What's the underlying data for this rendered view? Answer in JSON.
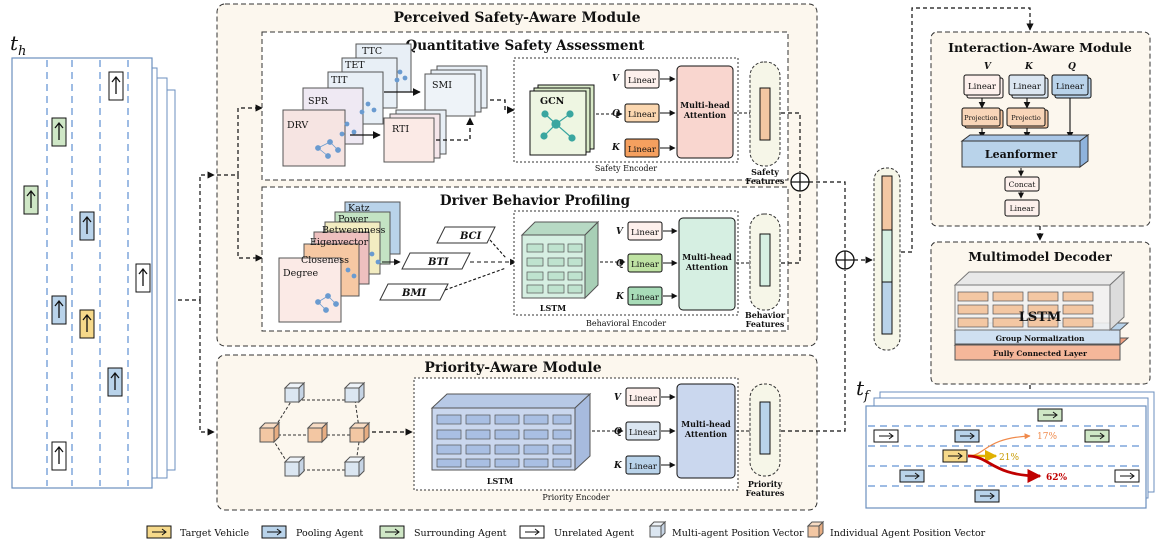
{
  "time_labels": {
    "history": "t",
    "history_sub": "h",
    "future": "t",
    "future_sub": "f"
  },
  "modules": {
    "perceived": {
      "title": "Perceived Safety-Aware Module"
    },
    "quantitative": {
      "title": "Quantitative Safety Assessment"
    },
    "driver": {
      "title": "Driver Behavior Profiling"
    },
    "priority": {
      "title": "Priority-Aware Module"
    },
    "interaction": {
      "title": "Interaction-Aware Module"
    },
    "decoder": {
      "title": "Multimodel Decoder"
    }
  },
  "safety_indicators": [
    "TTC",
    "TET",
    "TIT",
    "SPR",
    "DRV"
  ],
  "safety_derived": [
    "SMI",
    "RTI"
  ],
  "centralities": [
    "Katz",
    "Power",
    "Betweenness",
    "Eigenvector",
    "Closeness",
    "Degree"
  ],
  "behavior_indices": [
    "BCI",
    "BTI",
    "BMI"
  ],
  "encoders": {
    "safety": "Safety Encoder",
    "behavioral": "Behavioral Encoder",
    "priority": "Priority Encoder",
    "gcn": "GCN",
    "lstm": "LSTM",
    "attention_line1": "Multi-head",
    "attention_line2": "Attention"
  },
  "qkv": {
    "v": "V",
    "q": "Q",
    "k": "K",
    "linear": "Linear"
  },
  "features": {
    "safety1": "Safety",
    "safety2": "Features",
    "behavior1": "Behavior",
    "behavior2": "Features",
    "priority1": "Priority",
    "priority2": "Features"
  },
  "interaction": {
    "v": "V",
    "k": "K",
    "q": "Q",
    "linear": "Linear",
    "projection": "Projection",
    "projection_short": "Projectio",
    "leanformer": "Leanformer",
    "concat": "Concat"
  },
  "decoder": {
    "lstm": "LSTM",
    "group_norm": "Group Normalization",
    "fc": "Fully Connected Layer"
  },
  "prediction": {
    "p1": "17%",
    "p2": "21%",
    "p3": "62%"
  },
  "legend": {
    "target": "Target Vehicle",
    "pooling": "Pooling Agent",
    "surrounding": "Surrounding Agent",
    "unrelated": "Unrelated Agent",
    "multi": "Multi-agent Position Vector",
    "individual": "Individual Agent Position Vector"
  },
  "colors": {
    "target": "#f6d98a",
    "pooling": "#b9d3ea",
    "surrounding": "#cfe7c6",
    "individual": "#f3c7a3",
    "multi": "#dbe6f1",
    "module_bg": "#fcf7ee",
    "attention_safety": "#f9d6cf",
    "attention_behavior": "#d6efe2",
    "attention_priority": "#cad7ee",
    "red_arrow": "#c00000"
  }
}
